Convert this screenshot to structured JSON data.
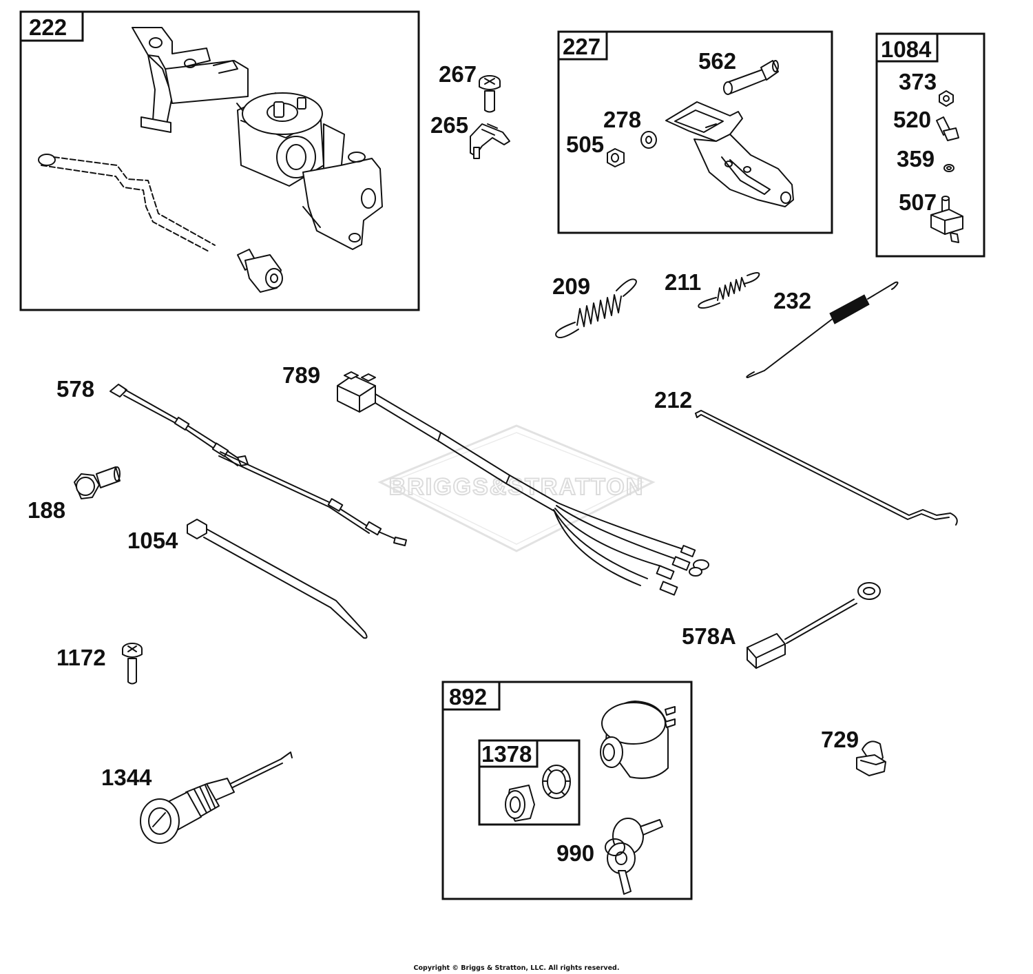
{
  "watermark": "BRIGGS&STRATTON",
  "copyright": "Copyright © Briggs & Stratton, LLC. All rights reserved.",
  "boxes": {
    "b222": "222",
    "b227": "227",
    "b1084": "1084",
    "b892": "892",
    "b1378": "1378"
  },
  "labels": {
    "p267": "267",
    "p265": "265",
    "p562": "562",
    "p278": "278",
    "p505": "505",
    "p373": "373",
    "p520": "520",
    "p359": "359",
    "p507": "507",
    "p209": "209",
    "p211": "211",
    "p232": "232",
    "p578": "578",
    "p789": "789",
    "p212": "212",
    "p188": "188",
    "p1054": "1054",
    "p578a": "578A",
    "p1172": "1172",
    "p729": "729",
    "p1344": "1344",
    "p990": "990"
  }
}
